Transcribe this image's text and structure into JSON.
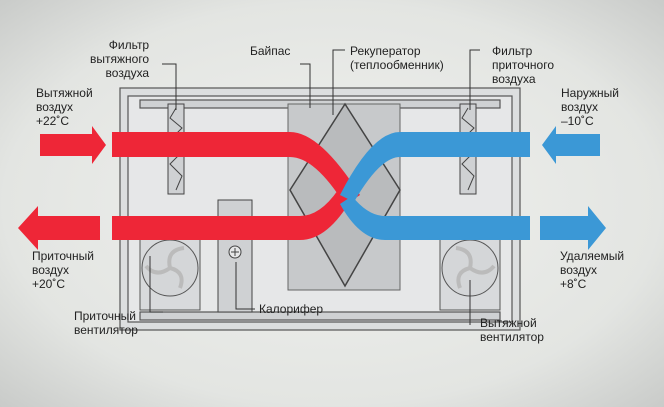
{
  "labels": {
    "filter_exhaust": "Фильтр\nвытяжного\nвоздуха",
    "bypass": "Байпас",
    "recuperator": "Рекуператор\n(теплообменник)",
    "filter_supply": "Фильтр\nприточного\nвоздуха",
    "exhaust_air_in": "Вытяжной\nвоздух\n+22˚С",
    "outdoor_air": "Наружный\nвоздух\n–10˚С",
    "supply_air_out": "Приточный\nвоздух\n+20˚С",
    "removed_air": "Удаляемый\nвоздух\n+8˚С",
    "supply_fan": "Приточный\nвентилятор",
    "heater": "Калорифер",
    "exhaust_fan": "Вытяжной\nвентилятор"
  },
  "colors": {
    "warm": "#ee2637",
    "cold": "#3b98d6",
    "housing": "#c9cbcd",
    "background": "#e8e9e6"
  }
}
